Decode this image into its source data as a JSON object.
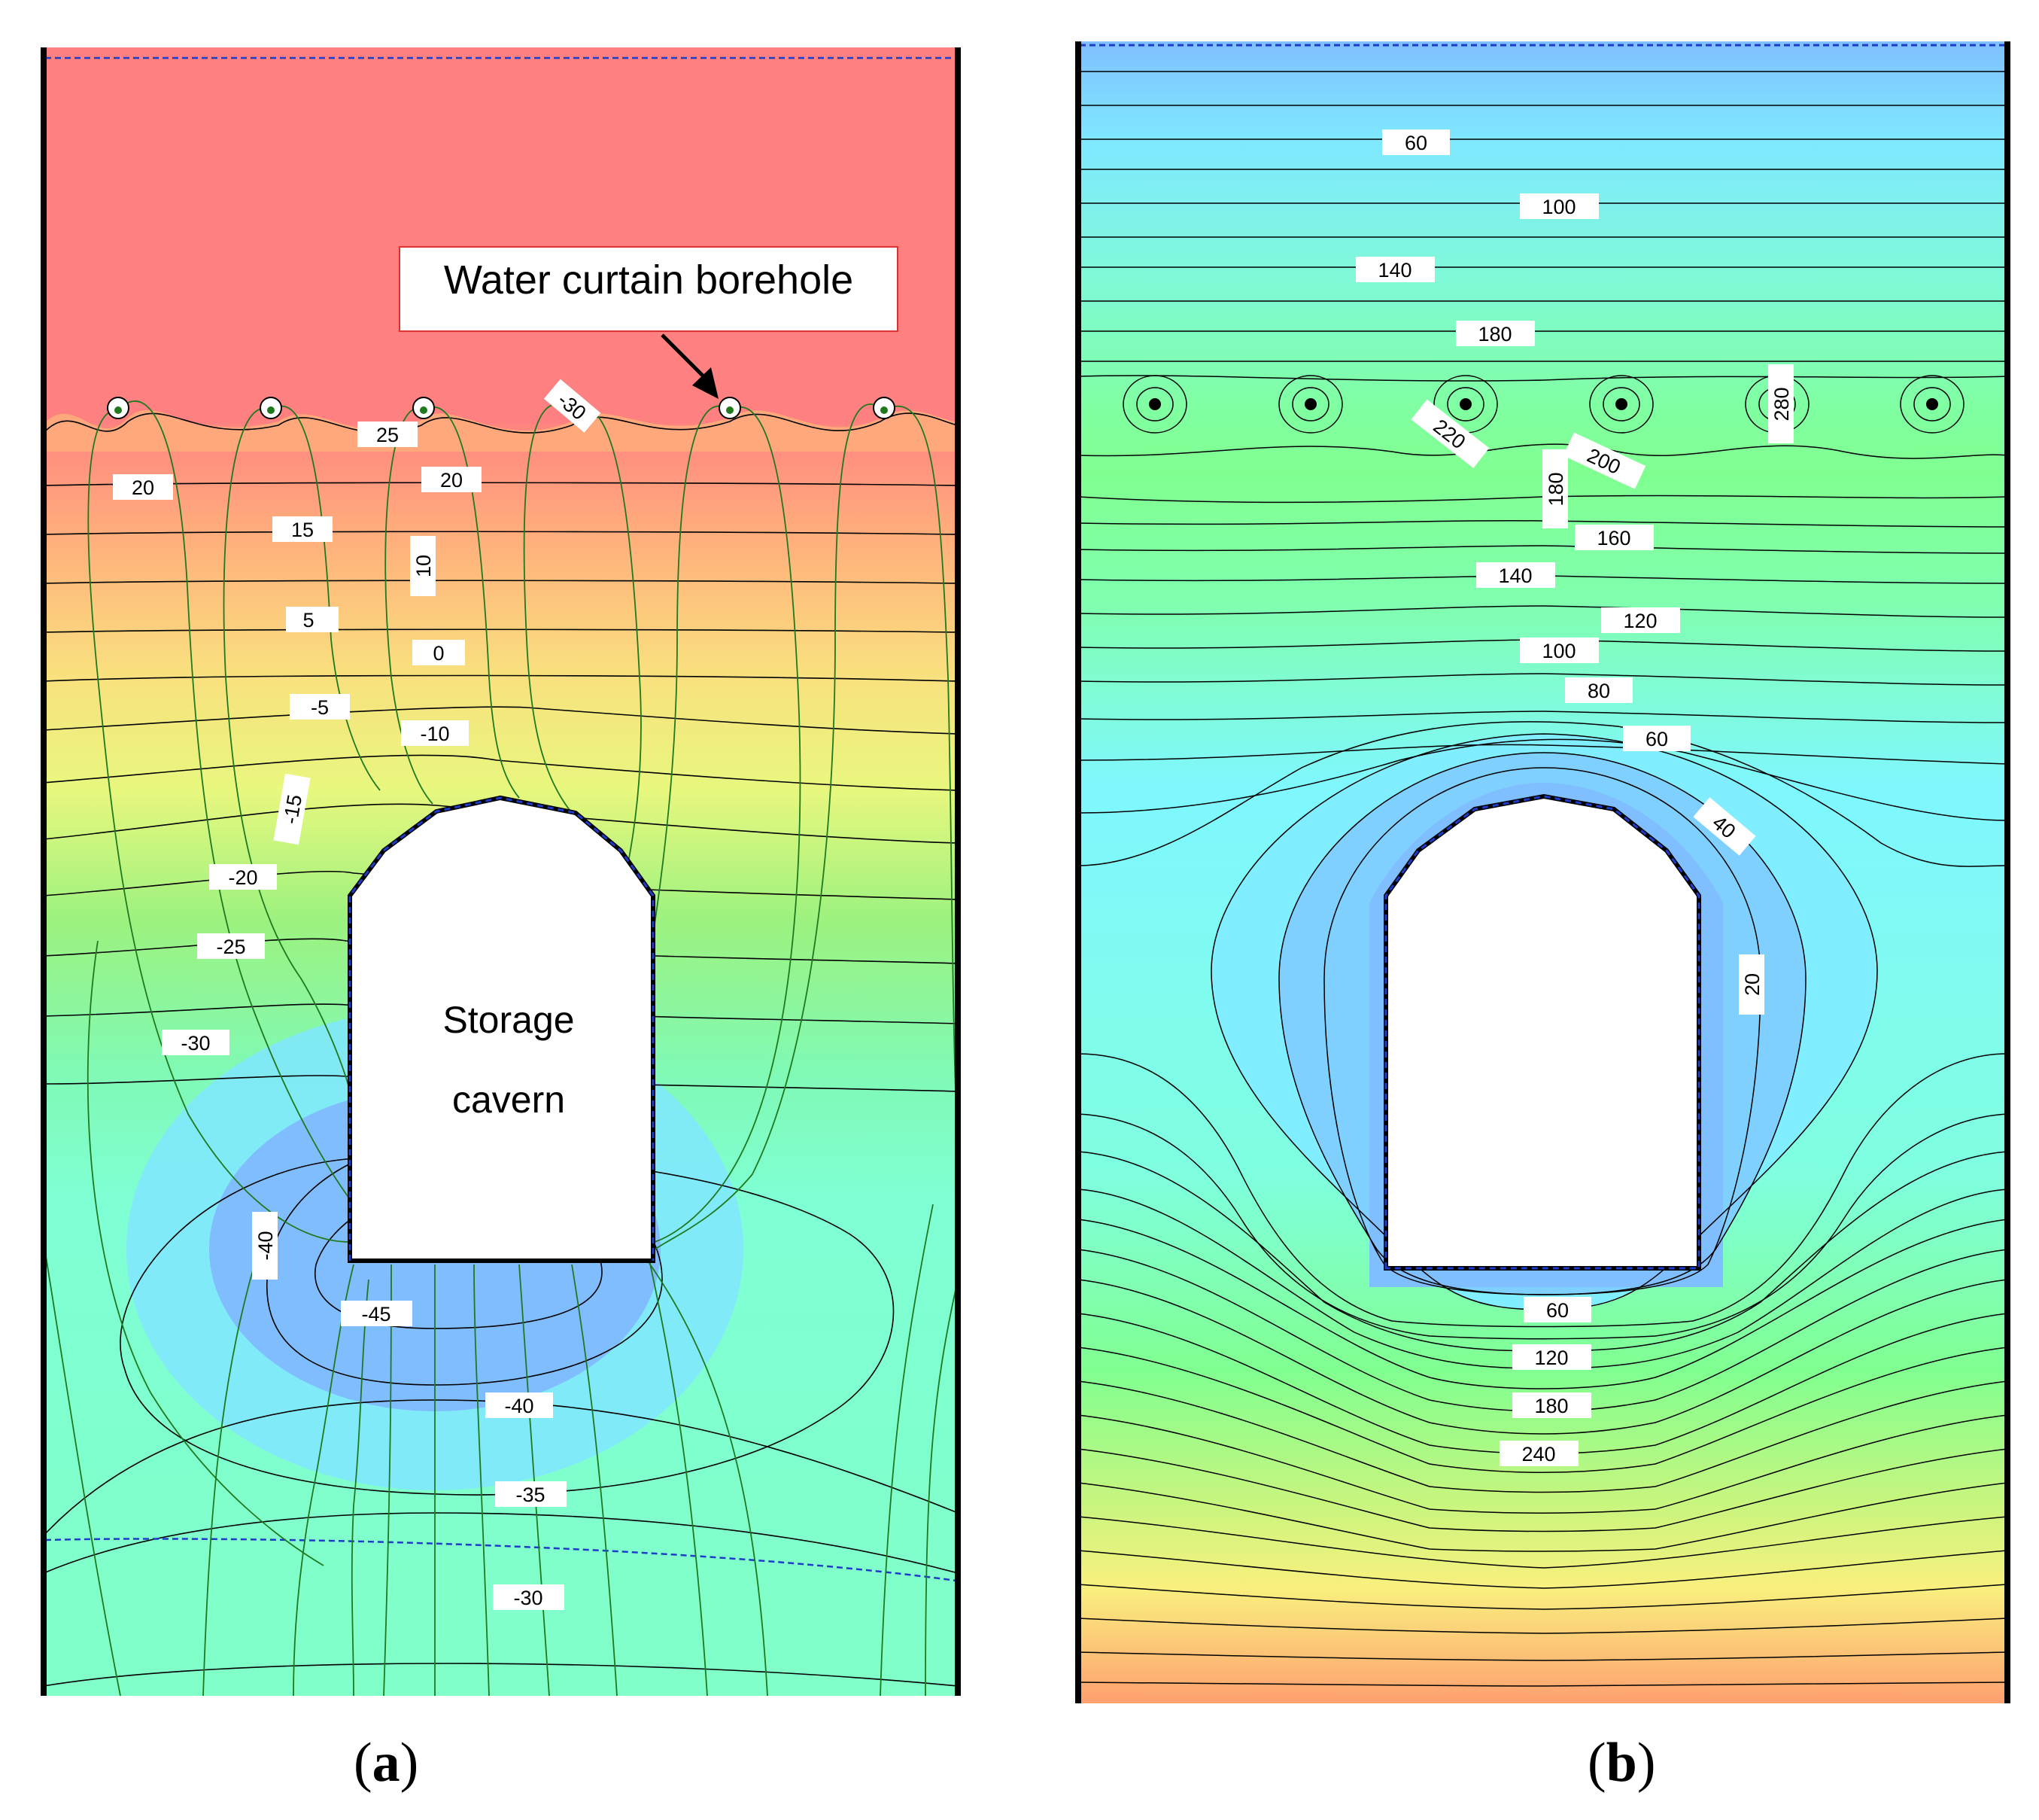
{
  "panels": {
    "a": {
      "label_open": "(",
      "label_letter": "a",
      "label_close": ")",
      "annotation": "Water curtain borehole",
      "cavern_line1": "Storage",
      "cavern_line2": "cavern",
      "contour_labels": [
        "25",
        "20",
        "20",
        "15",
        "10",
        "5",
        "0",
        "-5",
        "-10",
        "-15",
        "-20",
        "-25",
        "-30",
        "-40",
        "-45",
        "-40",
        "-35",
        "-30",
        "-30"
      ],
      "colors": {
        "top": "#ff8080",
        "mid": "#f2f07a",
        "low": "#7fffd4",
        "cavern_halo": "#80c0ff"
      }
    },
    "b": {
      "label_open": "(",
      "label_letter": "b",
      "label_close": ")",
      "contour_labels": [
        "60",
        "100",
        "140",
        "180",
        "220",
        "200",
        "280",
        "180",
        "160",
        "140",
        "120",
        "100",
        "80",
        "60",
        "40",
        "20",
        "60",
        "120",
        "180",
        "240"
      ],
      "colors": {
        "top": "#7fbfff",
        "mid": "#80ff90",
        "bottom": "#ffa070",
        "halo": "#7fbfff"
      }
    }
  }
}
